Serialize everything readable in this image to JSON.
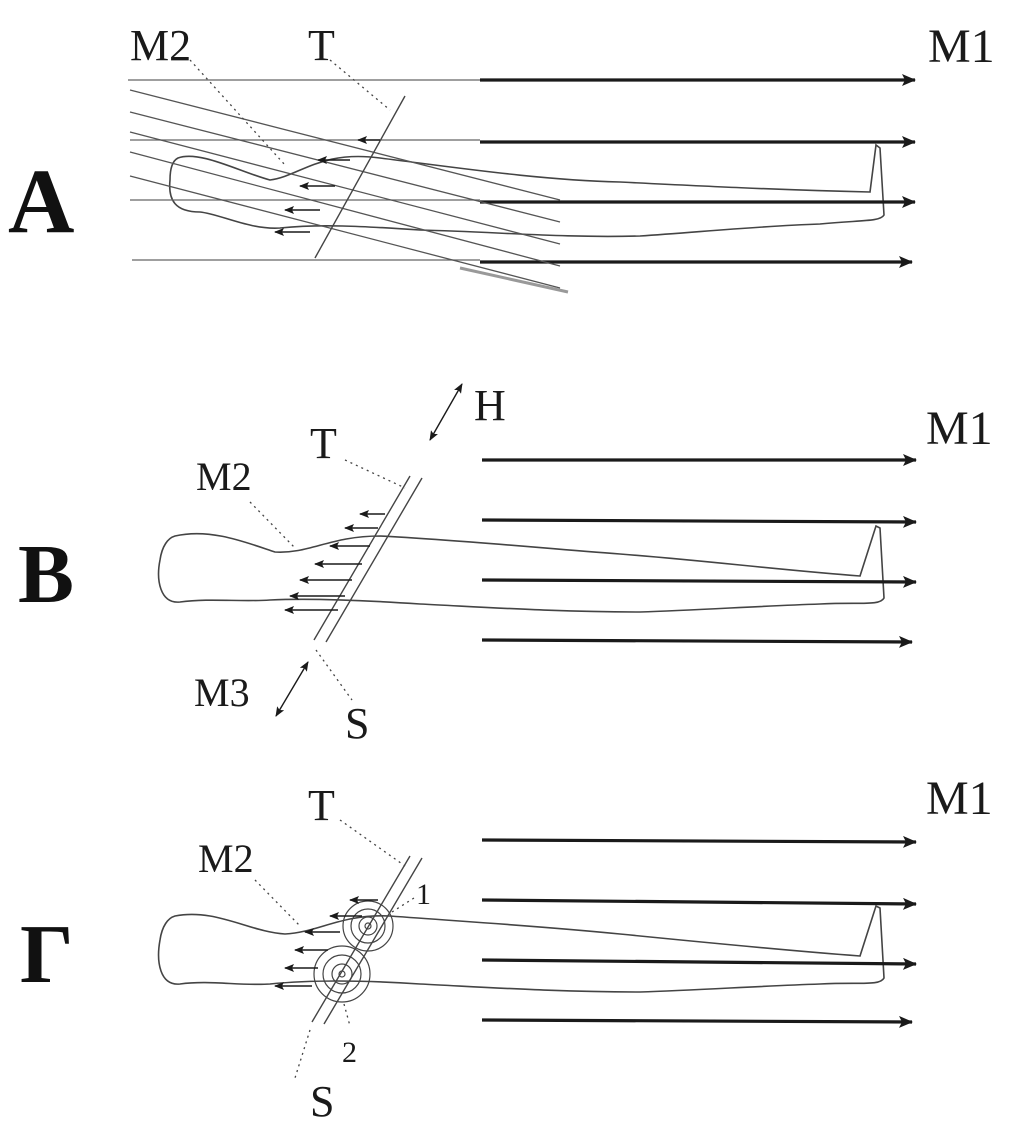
{
  "panels": [
    {
      "id": "A",
      "panel_label": "A",
      "labels": {
        "m1": "M1",
        "m2": "M2",
        "t": "T"
      }
    },
    {
      "id": "B",
      "panel_label": "B",
      "labels": {
        "m1": "M1",
        "m2": "M2",
        "m3": "M3",
        "t": "T",
        "h": "H",
        "s": "S"
      }
    },
    {
      "id": "G",
      "panel_label": "Γ",
      "labels": {
        "m1": "M1",
        "m2": "M2",
        "t": "T",
        "s": "S",
        "n1": "1",
        "n2": "2"
      }
    }
  ],
  "colors": {
    "ink": "#1a1a1a",
    "thin_line": "#555555",
    "fiber": "#444444"
  }
}
